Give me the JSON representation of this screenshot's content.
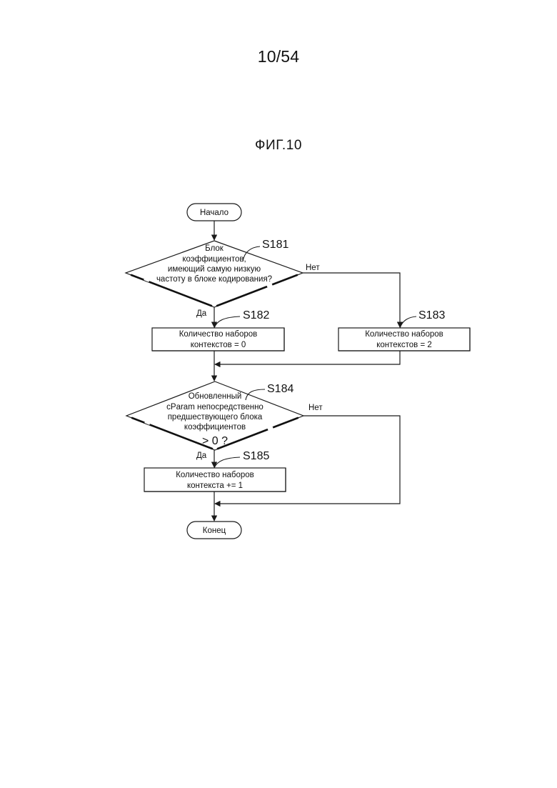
{
  "header": {
    "sheet_number": "10/54",
    "figure_title": "ФИГ.10"
  },
  "flowchart": {
    "nodes": [
      {
        "id": "start",
        "kind": "terminator",
        "lines": [
          "Начало"
        ]
      },
      {
        "id": "s181",
        "kind": "decision",
        "step": "S181",
        "lines": [
          "Блок",
          "коэффициентов,",
          "имеющий самую низкую",
          "частоту в блоке кодирования?"
        ]
      },
      {
        "id": "s182",
        "kind": "process",
        "step": "S182",
        "lines": [
          "Количество наборов",
          "контекстов = 0"
        ]
      },
      {
        "id": "s183",
        "kind": "process",
        "step": "S183",
        "lines": [
          "Количество наборов",
          "контекстов = 2"
        ]
      },
      {
        "id": "s184",
        "kind": "decision",
        "step": "S184",
        "lines": [
          "Обновленный",
          "cParam непосредственно",
          "предшествующего блока",
          "коэффициентов",
          "> 0 ?"
        ]
      },
      {
        "id": "s185",
        "kind": "process",
        "step": "S185",
        "lines": [
          "Количество наборов",
          "контекста += 1"
        ]
      },
      {
        "id": "end",
        "kind": "terminator",
        "lines": [
          "Конец"
        ]
      }
    ],
    "edges": [
      {
        "from": "start",
        "to": "s181",
        "label": ""
      },
      {
        "from": "s181",
        "to": "s182",
        "label": "Да"
      },
      {
        "from": "s181",
        "to": "s183",
        "label": "Нет"
      },
      {
        "from": "s182",
        "to": "s184",
        "label": ""
      },
      {
        "from": "s183",
        "to": "s184",
        "label": ""
      },
      {
        "from": "s184",
        "to": "s185",
        "label": "Да"
      },
      {
        "from": "s184",
        "to": "end",
        "label": "Нет"
      },
      {
        "from": "s185",
        "to": "end",
        "label": ""
      }
    ]
  }
}
